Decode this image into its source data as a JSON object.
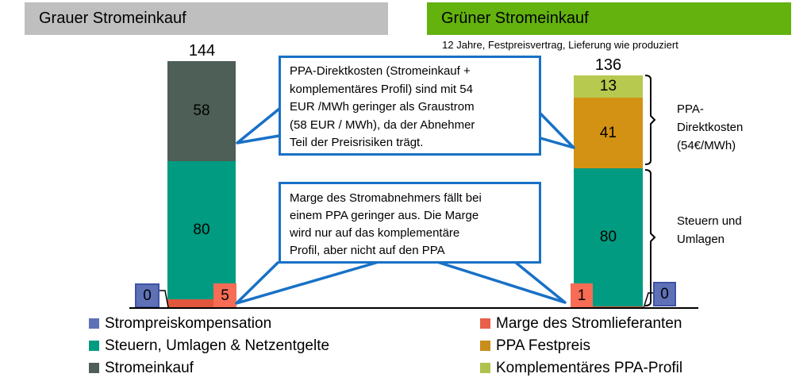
{
  "headers": {
    "left": "Grauer Stromeinkauf",
    "right": "Grüner Stromeinkauf",
    "subtitle": "12 Jahre, Festpreisvertrag, Lieferung wie produziert"
  },
  "chart_data": {
    "type": "bar",
    "stacked": true,
    "unit": "EUR/MWh",
    "categories": [
      "Grauer Stromeinkauf",
      "Grüner Stromeinkauf"
    ],
    "bars": [
      {
        "category": "Grauer Stromeinkauf",
        "total": 144,
        "segments": [
          {
            "name": "Strompreiskompensation",
            "value": 0
          },
          {
            "name": "Marge des Stromlieferanten",
            "value": 5
          },
          {
            "name": "Steuern, Umlagen & Netzentgelte",
            "value": 80
          },
          {
            "name": "Stromeinkauf",
            "value": 58
          }
        ]
      },
      {
        "category": "Grüner Stromeinkauf",
        "total": 136,
        "segments": [
          {
            "name": "Strompreiskompensation",
            "value": 0
          },
          {
            "name": "Marge des Stromlieferanten",
            "value": 1
          },
          {
            "name": "Steuern, Umlagen & Netzentgelte",
            "value": 80
          },
          {
            "name": "PPA Festpreis",
            "value": 41
          },
          {
            "name": "Komplementäres PPA-Profil",
            "value": 13
          }
        ]
      }
    ],
    "legend_position": "bottom",
    "annotations": [
      {
        "lines": [
          "PPA-Direktkosten (Stromeinkauf +",
          "komplementäres Profil) sind mit 54",
          "EUR /MWh geringer als Graustrom",
          "(58 EUR / MWh), da der Abnehmer",
          "Teil der Preisrisiken trägt."
        ]
      },
      {
        "lines": [
          "Marge des Stromabnehmers fällt bei",
          "einem PPA geringer aus. Die Marge",
          "wird nur auf das komplementäre",
          "Profil, aber nicht auf den PPA"
        ]
      }
    ],
    "brackets": [
      {
        "label_lines": [
          "PPA-",
          "Direktkosten",
          "(54€/MWh)"
        ],
        "covers": "PPA Festpreis + Komplementäres PPA-Profil (13 + 41)"
      },
      {
        "label_lines": [
          "Steuern und",
          "Umlagen"
        ],
        "covers": "Steuern, Umlagen & Netzentgelte (80)"
      }
    ]
  },
  "legend": {
    "left": [
      {
        "label": "Strompreiskompensation",
        "color": "#5E71B7"
      },
      {
        "label": "Steuern, Umlagen & Netzentgelte",
        "color": "#009B80"
      },
      {
        "label": "Stromeinkauf",
        "color": "#4D5F56"
      }
    ],
    "right": [
      {
        "label": "Marge des Stromlieferanten",
        "color": "#E8604A"
      },
      {
        "label": "PPA Festpreis",
        "color": "#C88D1B"
      },
      {
        "label": "Komplementäres PPA-Profil",
        "color": "#AFC24D"
      }
    ]
  },
  "colors": {
    "header_gray": "#BFBFBF",
    "header_green": "#63B20E",
    "callout_border_blue": "#1871C6",
    "teal": "#009B80",
    "dark_green_gray": "#4D5F56",
    "gold": "#D39214",
    "yellow_green": "#B7C94E",
    "salmon": "#F66C55",
    "blue": "#5E71B7"
  }
}
